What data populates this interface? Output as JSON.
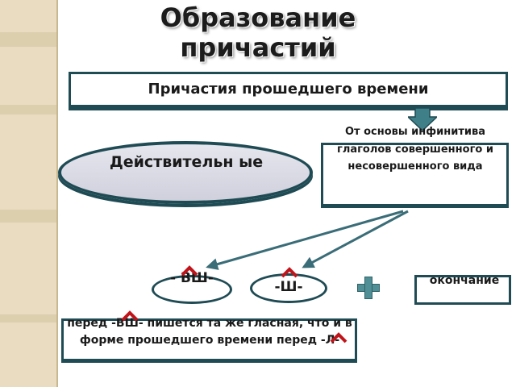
{
  "slide": {
    "title": "Образование причастий",
    "subtitle": "Причастия прошедшего времени",
    "main_oval": "Действительн ые",
    "info_box": "От основы инфинитива глаголов совершенного и несовершенного вида",
    "suffix_vsh": "- ВШ-",
    "suffix_sh": "-Ш-",
    "ending": "окончание",
    "note": "перед -ВШ- пишется та же гласная, что и в форме прошедшего времени перед -Л-"
  },
  "colors": {
    "box_border": "#1f4b54",
    "caret": "#c0141a",
    "arrow": "#3a6d78",
    "plus": "#4f8f95",
    "background_strip": "#e9dcc0"
  },
  "icons": {
    "down_arrow": "down-arrow-icon",
    "plus": "plus-icon",
    "caret": "caret-up-icon"
  }
}
